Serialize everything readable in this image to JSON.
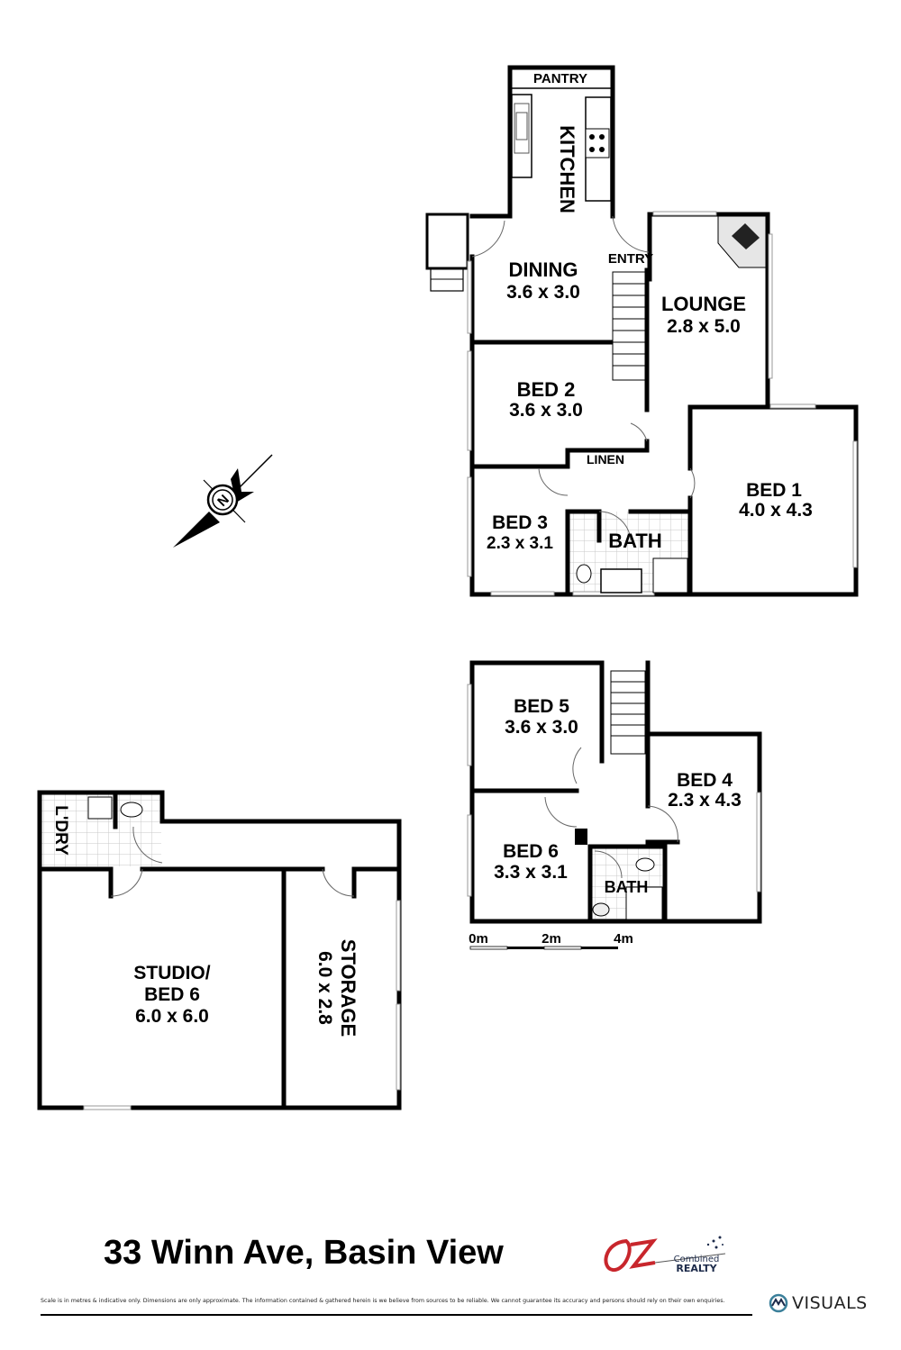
{
  "property": {
    "address": "33 Winn Ave, Basin View"
  },
  "ground_floor": {
    "rooms": [
      {
        "name": "PANTRY",
        "dims": ""
      },
      {
        "name": "KITCHEN",
        "dims": ""
      },
      {
        "name": "DINING",
        "dims": "3.6 x 3.0"
      },
      {
        "name": "ENTRY",
        "dims": ""
      },
      {
        "name": "LOUNGE",
        "dims": "2.8 x 5.0"
      },
      {
        "name": "BED 2",
        "dims": "3.6 x 3.0"
      },
      {
        "name": "LINEN",
        "dims": ""
      },
      {
        "name": "BED 3",
        "dims": "2.3 x 3.1"
      },
      {
        "name": "BATH",
        "dims": ""
      },
      {
        "name": "BED 1",
        "dims": "4.0 x 4.3"
      }
    ]
  },
  "lower_floor": {
    "rooms": [
      {
        "name": "BED 5",
        "dims": "3.6 x 3.0"
      },
      {
        "name": "BED 4",
        "dims": "2.3 x 4.3"
      },
      {
        "name": "BED 6",
        "dims": "3.3 x 3.1"
      },
      {
        "name": "BATH",
        "dims": ""
      }
    ]
  },
  "outbuilding": {
    "rooms": [
      {
        "name": "L'DRY",
        "dims": ""
      },
      {
        "name": "STUDIO/",
        "name2": "BED 6",
        "dims": "6.0 x 6.0"
      },
      {
        "name": "STORAGE",
        "dims": "6.0 x 2.8"
      }
    ]
  },
  "scale_bar": {
    "labels": [
      "0m",
      "2m",
      "4m"
    ]
  },
  "compass": {
    "letter": "N"
  },
  "branding": {
    "agency_logo_script": "Oz",
    "agency_line1": "Combined",
    "agency_line2": "REALTY",
    "visuals_logo": "VISUALS",
    "visuals_mark": "MC"
  },
  "disclaimer": "Scale is in metres & indicative only. Dimensions are only approximate. The information contained & gathered herein is we believe from sources to be reliable. We cannot guarantee its accuracy and persons should rely on their own enquiries.",
  "colors": {
    "wall": "#000000",
    "tile": "#d9d9d9",
    "window": "#bfbfbf",
    "brand_red": "#c8262c",
    "brand_navy": "#1c2a4a"
  }
}
